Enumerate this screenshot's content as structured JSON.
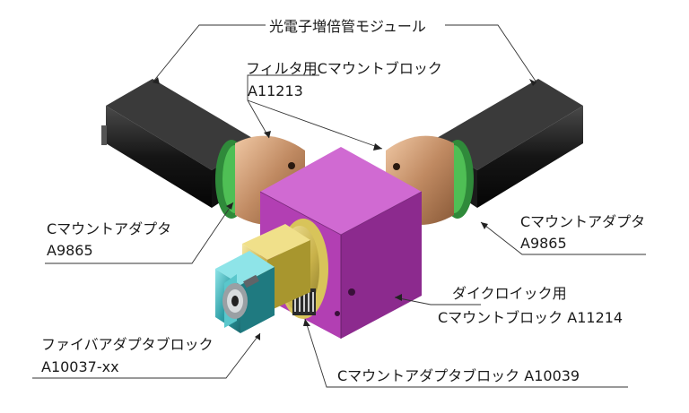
{
  "labels": {
    "pmt_module": "光電子増倍管モジュール",
    "filter_block_name": "フィルタ用Cマウントブロック",
    "filter_block_code": "A11213",
    "cmount_left_name": "Cマウントアダプタ",
    "cmount_left_code": "A9865",
    "cmount_right_name": "Cマウントアダプタ",
    "cmount_right_code": "A9865",
    "dichroic_name": "ダイクロイック用",
    "dichroic_code": "Cマウントブロック A11214",
    "fiber_block_name": "ファイバアダプタブロック",
    "fiber_block_code": "A10037-xx",
    "cmount_adapter_block": "Cマウントアダプタブロック A10039"
  },
  "colors": {
    "cube": "#b43fb6",
    "pmt_body": "#1d1d1d",
    "bronze_ring": "#b8835c",
    "green_ring": "#3fa34a",
    "gold_block": "#c9b24a",
    "teal_block": "#2f9fa6"
  }
}
